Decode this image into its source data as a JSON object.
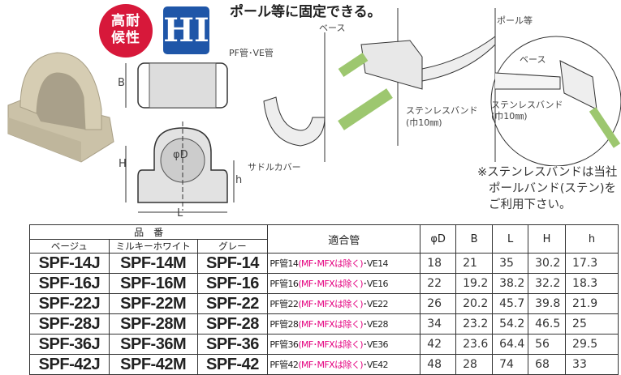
{
  "badges": {
    "weather": "高耐\n候性",
    "weather_line1": "高耐",
    "weather_line2": "候性",
    "hi": "HI"
  },
  "headline": "ポール等に固定できる。",
  "diagram_labels": {
    "B": "B",
    "phiD": "φD",
    "H": "H",
    "h": "h",
    "L": "L",
    "pipe": "PF管･VE管",
    "base": "ベース",
    "pole": "ポール等",
    "saddle_cover": "サドルカバー",
    "band": "ステンレスバンド",
    "band_width": "(巾10㎜)",
    "inset_base": "ベース",
    "inset_band": "ステンレスバンド",
    "inset_band_width": "(巾10㎜)"
  },
  "note": {
    "line1": "※ステンレスバンドは当社",
    "line2": "ポールバンド(ステン)を",
    "line3": "ご利用下さい。"
  },
  "colors": {
    "red_badge": "#d7183a",
    "blue_badge": "#1f56a8",
    "arrow_green": "#9dc76f",
    "pink_text": "#e4007f",
    "product_beige": "#cfc6ad"
  },
  "table": {
    "headers": {
      "part_no": "品　番",
      "beige": "ベージュ",
      "milky_white": "ミルキーホワイト",
      "gray": "グレー",
      "pipe": "適合管",
      "phiD": "φD",
      "B": "B",
      "L": "L",
      "H": "H",
      "h": "h"
    },
    "rows": [
      {
        "beige": "SPF-14J",
        "milky": "SPF-14M",
        "gray": "SPF-14",
        "pipe_a": "PF管14",
        "pipe_b": "(MF･MFXは除く)",
        "pipe_c": "･VE14",
        "phiD": "18",
        "B": "21",
        "L": "35",
        "H": "30.2",
        "h": "17.3"
      },
      {
        "beige": "SPF-16J",
        "milky": "SPF-16M",
        "gray": "SPF-16",
        "pipe_a": "PF管16",
        "pipe_b": "(MF･MFXは除く)",
        "pipe_c": "･VE16",
        "phiD": "22",
        "B": "19.2",
        "L": "38.2",
        "H": "32.2",
        "h": "18.3"
      },
      {
        "beige": "SPF-22J",
        "milky": "SPF-22M",
        "gray": "SPF-22",
        "pipe_a": "PF管22",
        "pipe_b": "(MF･MFXは除く)",
        "pipe_c": "･VE22",
        "phiD": "26",
        "B": "20.2",
        "L": "45.7",
        "H": "39.8",
        "h": "21.9"
      },
      {
        "beige": "SPF-28J",
        "milky": "SPF-28M",
        "gray": "SPF-28",
        "pipe_a": "PF管28",
        "pipe_b": "(MF･MFXは除く)",
        "pipe_c": "･VE28",
        "phiD": "34",
        "B": "23.2",
        "L": "54.2",
        "H": "46.5",
        "h": "25"
      },
      {
        "beige": "SPF-36J",
        "milky": "SPF-36M",
        "gray": "SPF-36",
        "pipe_a": "PF管36",
        "pipe_b": "(MF･MFXは除く)",
        "pipe_c": "･VE36",
        "phiD": "42",
        "B": "23.6",
        "L": "64.4",
        "H": "56",
        "h": "29.5"
      },
      {
        "beige": "SPF-42J",
        "milky": "SPF-42M",
        "gray": "SPF-42",
        "pipe_a": "PF管42",
        "pipe_b": "(MF･MFXは除く)",
        "pipe_c": "･VE42",
        "phiD": "48",
        "B": "28",
        "L": "74",
        "H": "68",
        "h": "33"
      }
    ]
  }
}
